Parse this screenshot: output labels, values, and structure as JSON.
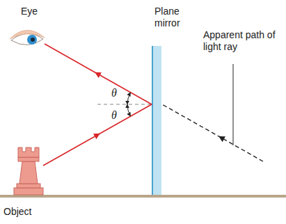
{
  "diagram": {
    "labels": [
      "Eye",
      "Plane mirror",
      "Apparent path of light ray",
      "θ",
      "θ",
      "Object"
    ]
  }
}
